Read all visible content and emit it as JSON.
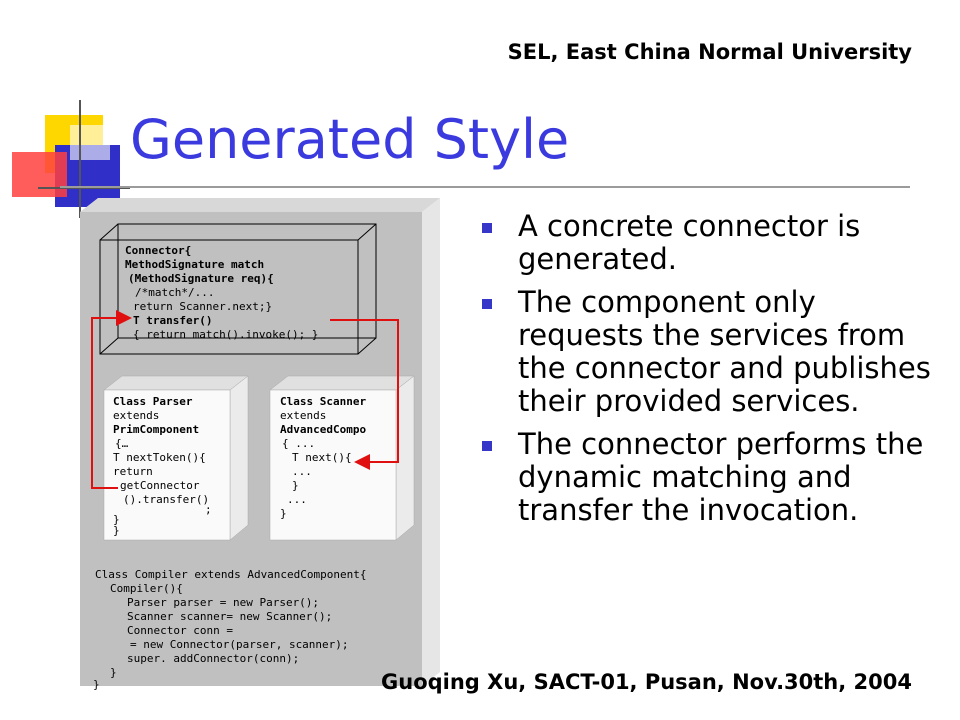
{
  "header": {
    "institution": "SEL, East China Normal University"
  },
  "slide": {
    "title": "Generated Style",
    "bullets": [
      "A concrete connector is generated.",
      "The component only requests the services from the connector and publishes their provided services.",
      "The connector performs the dynamic matching and transfer the invocation."
    ]
  },
  "figure": {
    "connector_lines": [
      "Connector{",
      "MethodSignature match",
      "(MethodSignature req){",
      "/*match*/...",
      "return Scanner.next;}",
      "T transfer()",
      "{ return match().invoke(); }"
    ],
    "parser_lines": [
      "Class   Parser",
      "extends",
      "PrimComponent",
      "{…",
      "T nextToken(){",
      "return",
      "getConnector",
      "().transfer()",
      ";",
      "}",
      "}"
    ],
    "scanner_lines": [
      "Class Scanner",
      "extends",
      "AdvancedCompo",
      "{ ...",
      "T next(){",
      "...",
      "}",
      "...",
      "}"
    ],
    "compiler_lines": [
      "Class Compiler extends AdvancedComponent{",
      "Compiler(){",
      "Parser parser = new Parser();",
      "Scanner scanner= new Scanner();",
      "Connector conn =",
      "= new Connector(parser, scanner);",
      "super. addConnector(conn);",
      "}",
      "}"
    ],
    "arrow_color": "#e01010",
    "panel_color": "#c0c0c0"
  },
  "footer": {
    "citation": "Guoqing Xu, SACT-01, Pusan, Nov.30th, 2004"
  }
}
